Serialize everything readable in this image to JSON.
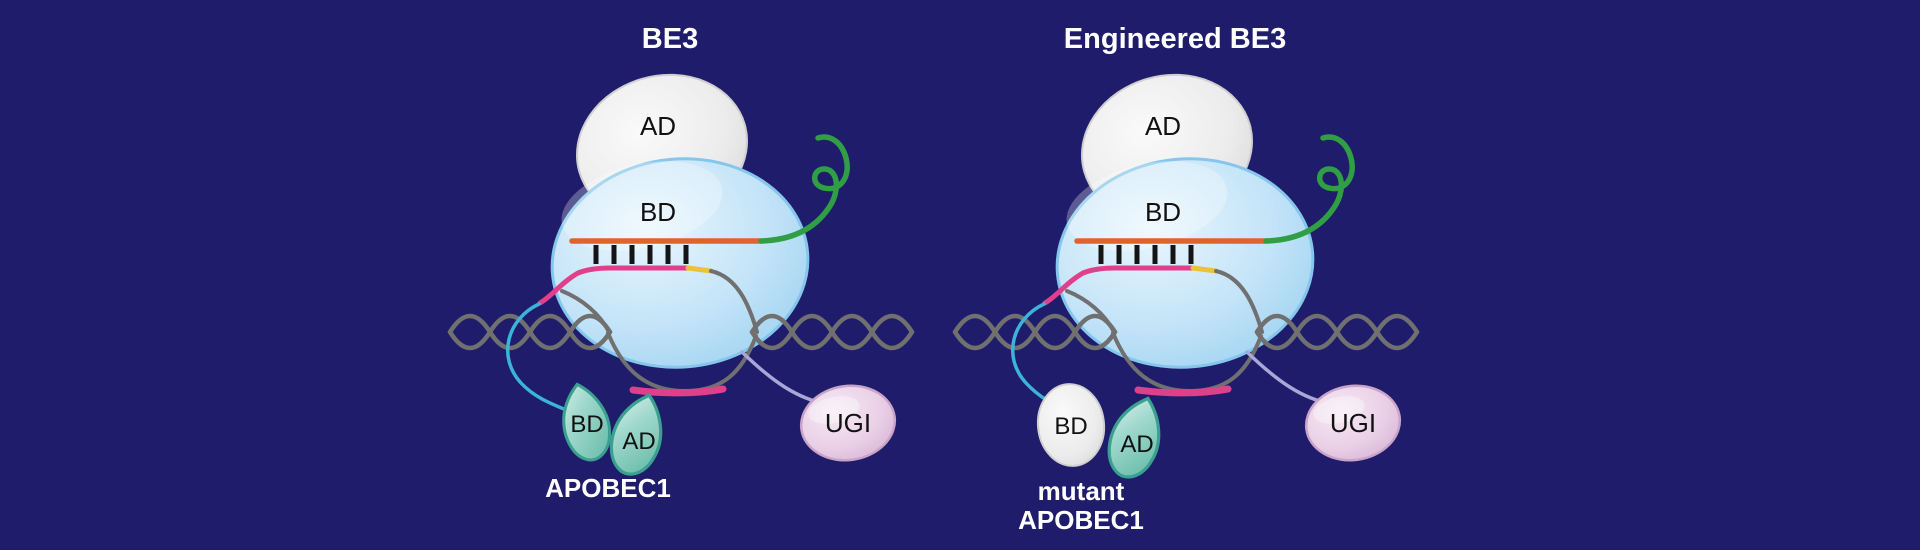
{
  "figure": {
    "panels": [
      {
        "title": "BE3",
        "cas9": {
          "ad_label": "AD",
          "bd_label": "BD"
        },
        "deaminase": {
          "bd_label": "BD",
          "ad_label": "AD",
          "name_lines": [
            "APOBEC1"
          ]
        },
        "ugi_label": "UGI"
      },
      {
        "title": "Engineered BE3",
        "cas9": {
          "ad_label": "AD",
          "bd_label": "BD"
        },
        "deaminase": {
          "bd_label": "BD",
          "ad_label": "AD",
          "name_lines": [
            "mutant",
            "APOBEC1"
          ]
        },
        "ugi_label": "UGI"
      }
    ]
  },
  "colors": {
    "bg": "#1f1c6b",
    "title_text": "#ffffff",
    "label_text": "#111111",
    "dna_strand": "#707070",
    "sgrna_green": "#2f9e44",
    "rna_orange": "#e2622d",
    "target_pink": "#e03f8c",
    "pam_yellow": "#eec13d",
    "basepair_tick": "#141414",
    "linker_cyan": "#3cb4d8",
    "linker_lavender": "#a8a8d8",
    "cas9_fill": "#b9ddf6",
    "cas9_stroke": "#85c6ec",
    "ad_fill": "#ececec",
    "deaminase_fill": "#9fd8cc",
    "deaminase_stroke": "#3aa191",
    "ugi_fill": "#e7cbe3",
    "ugi_stroke": "#c9a4c8"
  }
}
